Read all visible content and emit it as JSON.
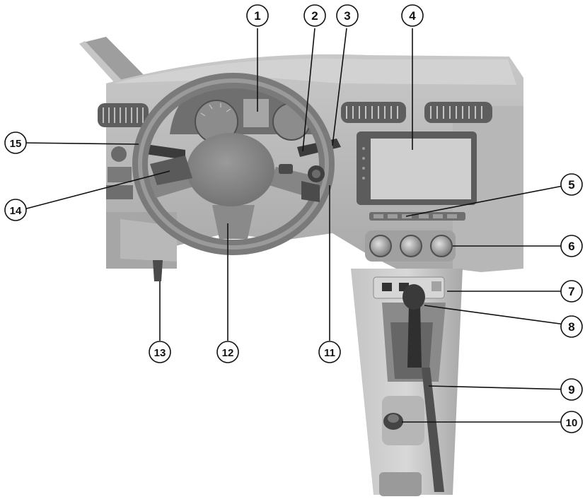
{
  "callouts": [
    {
      "id": 1,
      "label": "1"
    },
    {
      "id": 2,
      "label": "2"
    },
    {
      "id": 3,
      "label": "3"
    },
    {
      "id": 4,
      "label": "4"
    },
    {
      "id": 5,
      "label": "5"
    },
    {
      "id": 6,
      "label": "6"
    },
    {
      "id": 7,
      "label": "7"
    },
    {
      "id": 8,
      "label": "8"
    },
    {
      "id": 9,
      "label": "9"
    },
    {
      "id": 10,
      "label": "10"
    },
    {
      "id": 11,
      "label": "11"
    },
    {
      "id": 12,
      "label": "12"
    },
    {
      "id": 13,
      "label": "13"
    },
    {
      "id": 14,
      "label": "14"
    },
    {
      "id": 15,
      "label": "15"
    }
  ],
  "colors": {
    "dashboard": "#b9b9b9",
    "dashboard_dark": "#8d8d8d",
    "wheel": "#7a7a7a",
    "screen": "#cfcfcf"
  }
}
